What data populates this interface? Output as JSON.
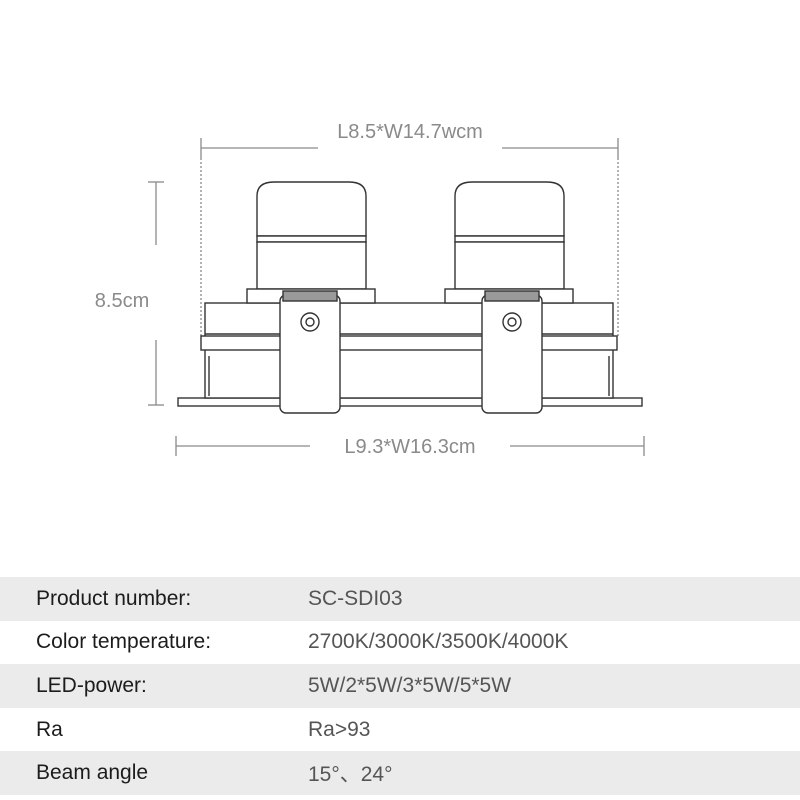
{
  "drawing": {
    "top_dimension": "L8.5*W14.7wcm",
    "height_dimension": "8.5cm",
    "bottom_dimension": "L9.3*W16.3cm"
  },
  "specs": [
    {
      "label": "Product number:",
      "value": "SC-SDI03"
    },
    {
      "label": "Color temperature:",
      "value": "2700K/3000K/3500K/4000K"
    },
    {
      "label": "LED-power:",
      "value": "5W/2*5W/3*5W/5*5W"
    },
    {
      "label": "Ra",
      "value": "Ra>93"
    },
    {
      "label": "Beam angle",
      "value": "15°、24°"
    }
  ],
  "colors": {
    "line": "#333333",
    "dimension": "#8a8a8a",
    "row_shade": "#ebebeb"
  }
}
